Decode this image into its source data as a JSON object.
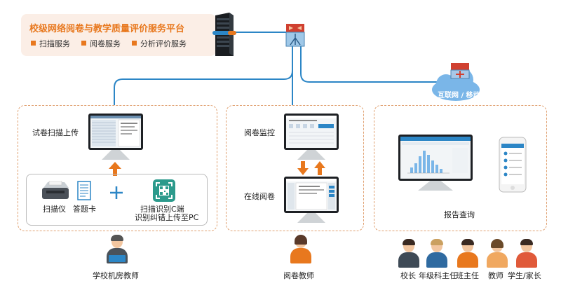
{
  "colors": {
    "accent": "#e8781e",
    "line": "#2c86c6",
    "panel_border": "#e0a070"
  },
  "platform": {
    "title": "校级网络阅卷与教学质量评价服务平台",
    "services": [
      "扫描服务",
      "阅卷服务",
      "分析评价服务"
    ]
  },
  "network": {
    "label": "互联网 / 移动"
  },
  "left_panel": {
    "upload_label": "试卷扫描上传",
    "devices": {
      "scanner": "扫描仪",
      "answer_card": "答题卡",
      "client_line1": "扫描识别C端",
      "client_line2": "识别纠错上传至PC"
    },
    "person": "学校机房教师"
  },
  "middle_panel": {
    "monitor_label": "阅卷监控",
    "online_label": "在线阅卷",
    "person": "阅卷教师"
  },
  "right_panel": {
    "report_label": "报告查询",
    "people": [
      "校长",
      "年级科主任",
      "班主任",
      "教师",
      "学生/家长"
    ]
  },
  "icons": [
    "server-icon",
    "switch-icon",
    "router-icon",
    "wifi-icon",
    "scanner-icon",
    "answer-card-icon",
    "plus-icon",
    "qr-scan-icon",
    "arrow-up-icon",
    "arrow-down-icon",
    "monitor-icon",
    "phone-icon",
    "person-icon"
  ]
}
